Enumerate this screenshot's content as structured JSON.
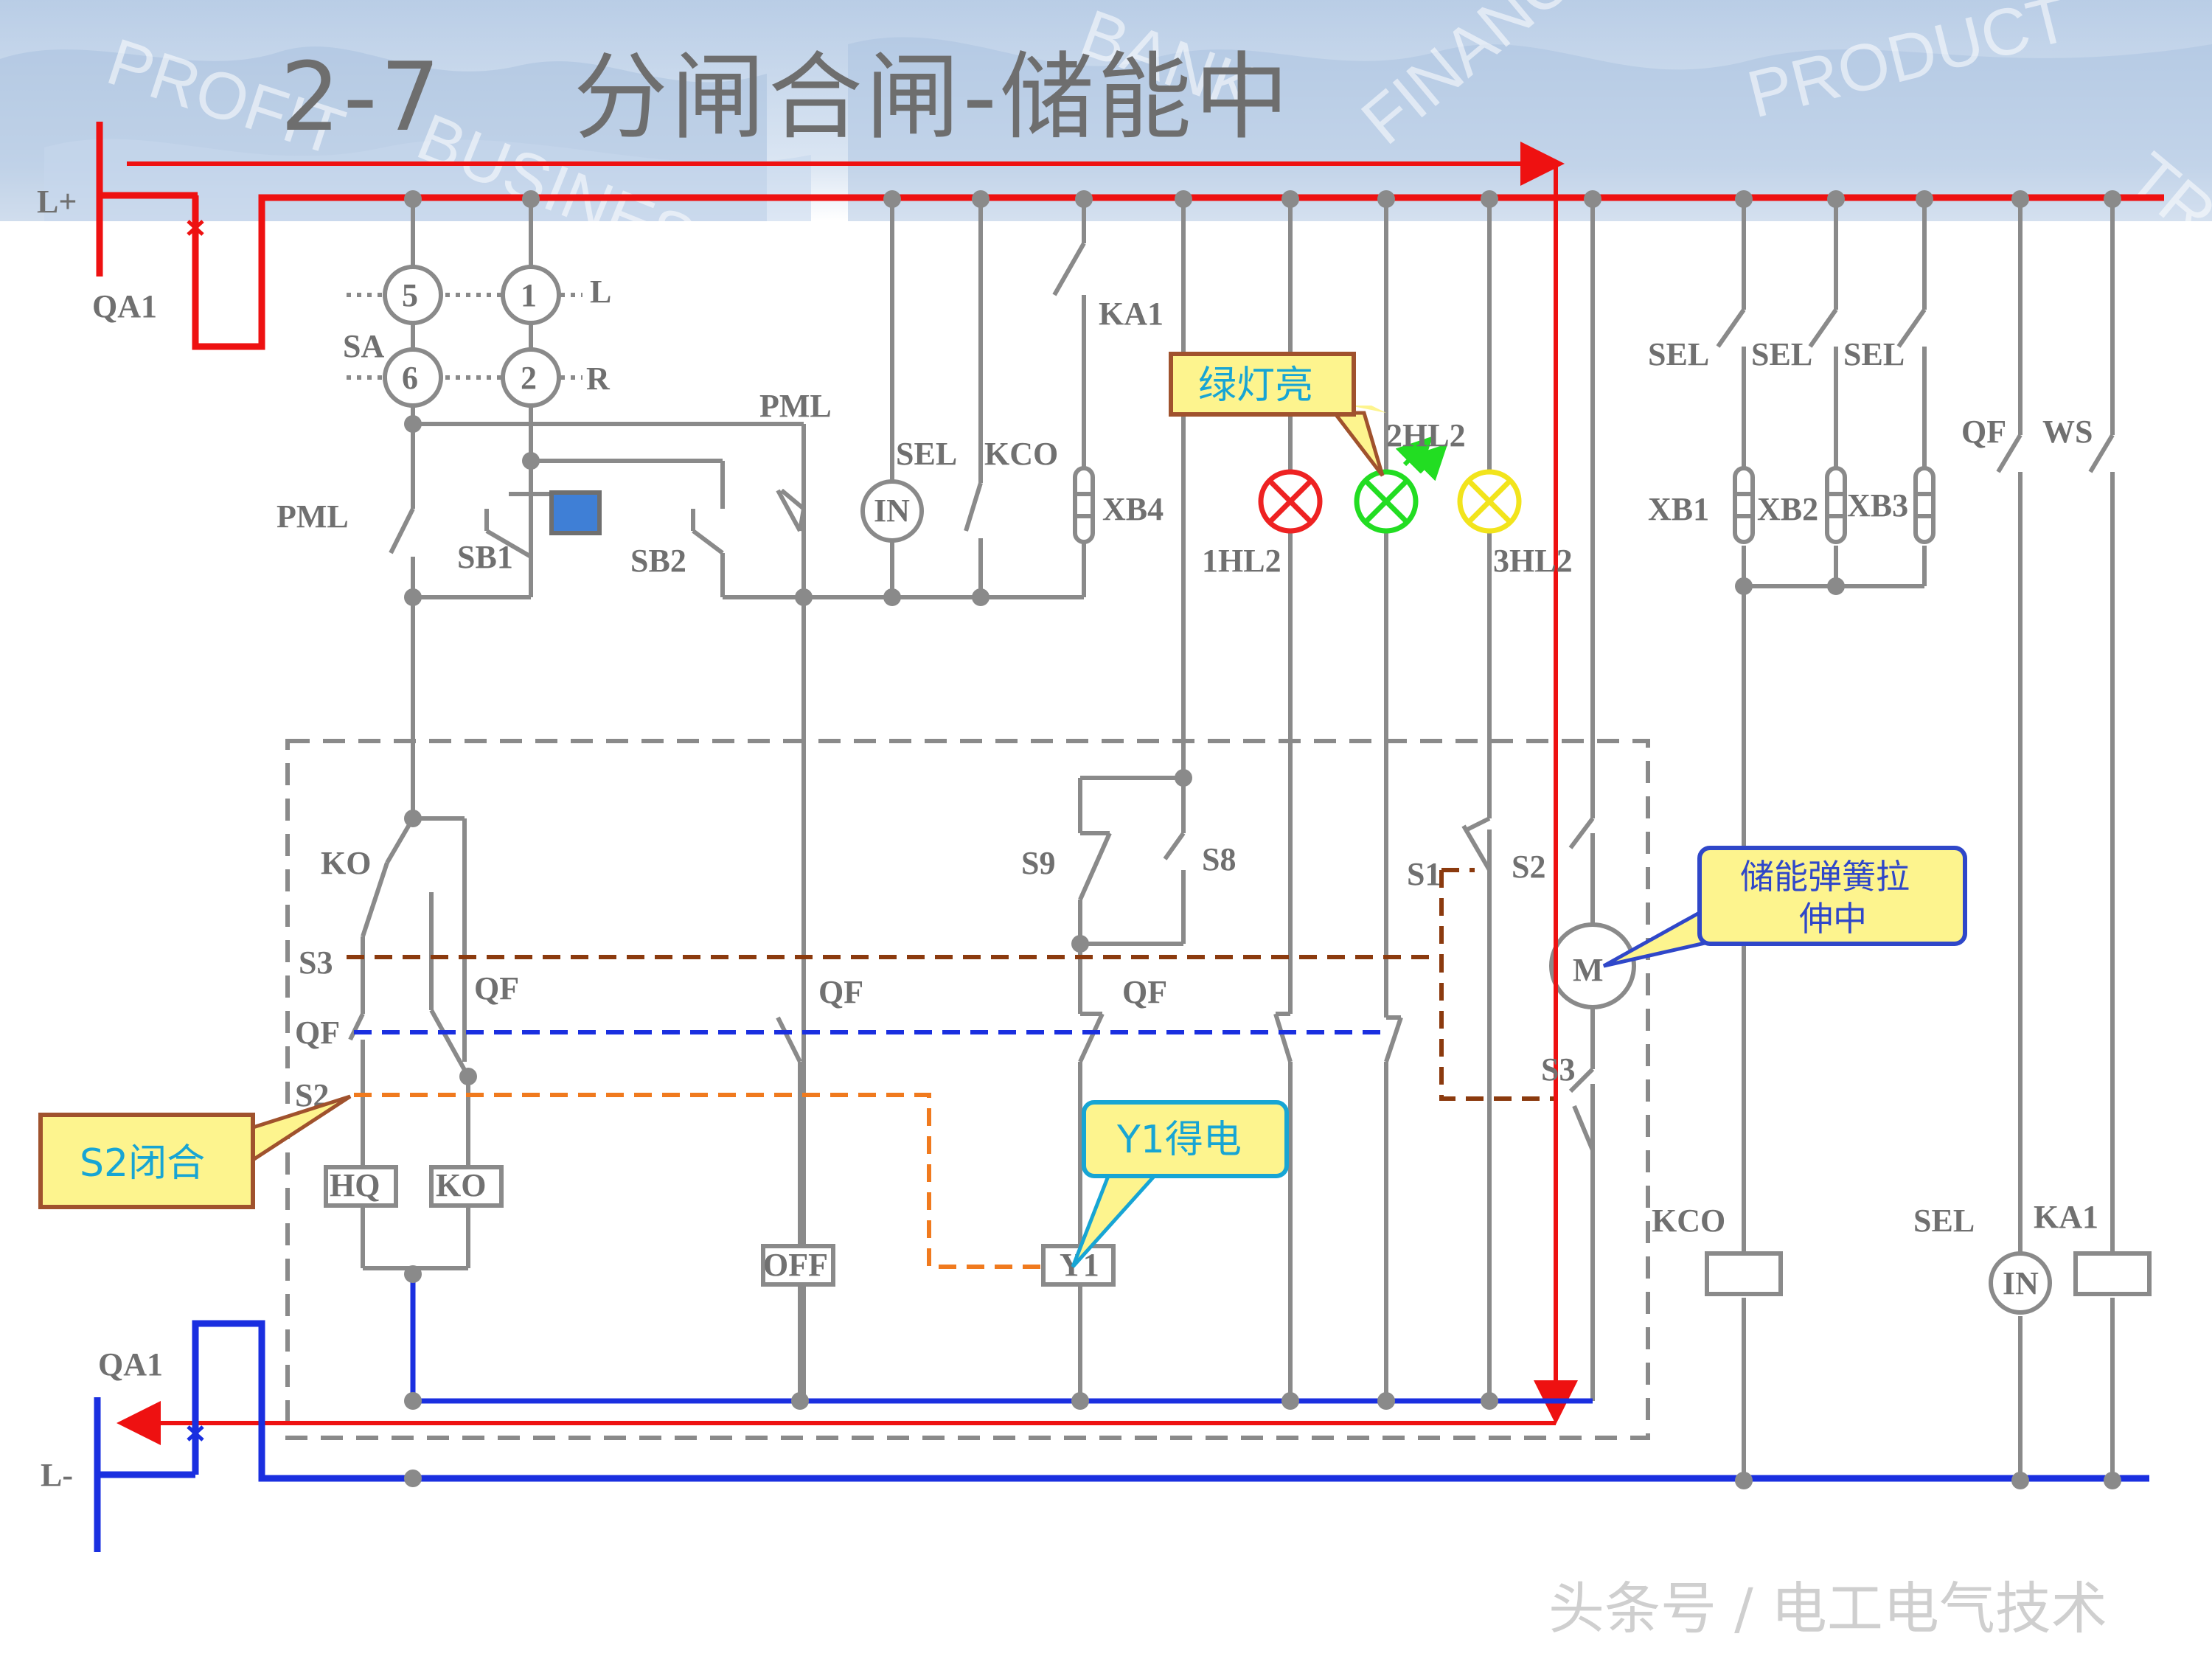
{
  "header": {
    "title": "2-7　 分闸合闸-储能中",
    "background_words": [
      "PROFIT",
      "BUSINESS",
      "BANK",
      "FINANCE",
      "PRODUCT",
      "TRADE"
    ]
  },
  "footer": {
    "watermark": "头条号 / 电工电气技术"
  },
  "colors": {
    "wire_gray": "#8a8a8a",
    "positive_bus": "#ee1111",
    "negative_bus": "#1a2fe0",
    "brown_dashed": "#8b3a0e",
    "orange_dashed": "#f07a1e",
    "callout_fill": "#fdf48e",
    "callout_border": "#a0522d",
    "callout_text": "#17a5d4",
    "green_lamp": "#22dd22",
    "red_lamp": "#ee2222",
    "yellow_lamp": "#f2e41c"
  },
  "labels": {
    "lplus": "L+",
    "lminus": "L-",
    "qa1_top": "QA1",
    "qa1_bottom": "QA1",
    "sa": "SA",
    "sa_5": "5",
    "sa_1": "1",
    "sa_6": "6",
    "sa_2": "2",
    "sa_l": "L",
    "sa_r": "R",
    "pml_left": "PML",
    "pml_right": "PML",
    "sb1": "SB1",
    "sb2": "SB2",
    "in_left": "IN",
    "in_right": "IN",
    "sel_mid": "SEL",
    "kco_mid": "KCO",
    "ka1_top": "KA1",
    "xb4": "XB4",
    "lamp_1": "1HL2",
    "lamp_2": "2HL2",
    "lamp_3": "3HL2",
    "sel_r1": "SEL",
    "sel_r2": "SEL",
    "sel_r3": "SEL",
    "xb1": "XB1",
    "xb2": "XB2",
    "xb3": "XB3",
    "qf_right": "QF",
    "ws": "WS",
    "ko_contact": "KO",
    "s3_left": "S3",
    "qf_left": "QF",
    "s2_left": "S2",
    "qf_contact": "QF",
    "hq_coil": "HQ",
    "ko_coil": "KO",
    "off_coil": "OFF",
    "y1_coil": "Y1",
    "qf_mid1": "QF",
    "qf_mid2": "QF",
    "s9": "S9",
    "s8": "S8",
    "s1": "S1",
    "s2_right": "S2",
    "s3_right": "S3",
    "motor": "M",
    "kco_coil": "KCO",
    "sel_coil": "SEL",
    "ka1_coil": "KA1"
  },
  "callouts": {
    "green_lamp_on": "绿灯亮",
    "s2_closed": "S2闭合",
    "y1_energized": "Y1得电",
    "spring_line1": "储能弹簧拉",
    "spring_line2": "伸中"
  }
}
